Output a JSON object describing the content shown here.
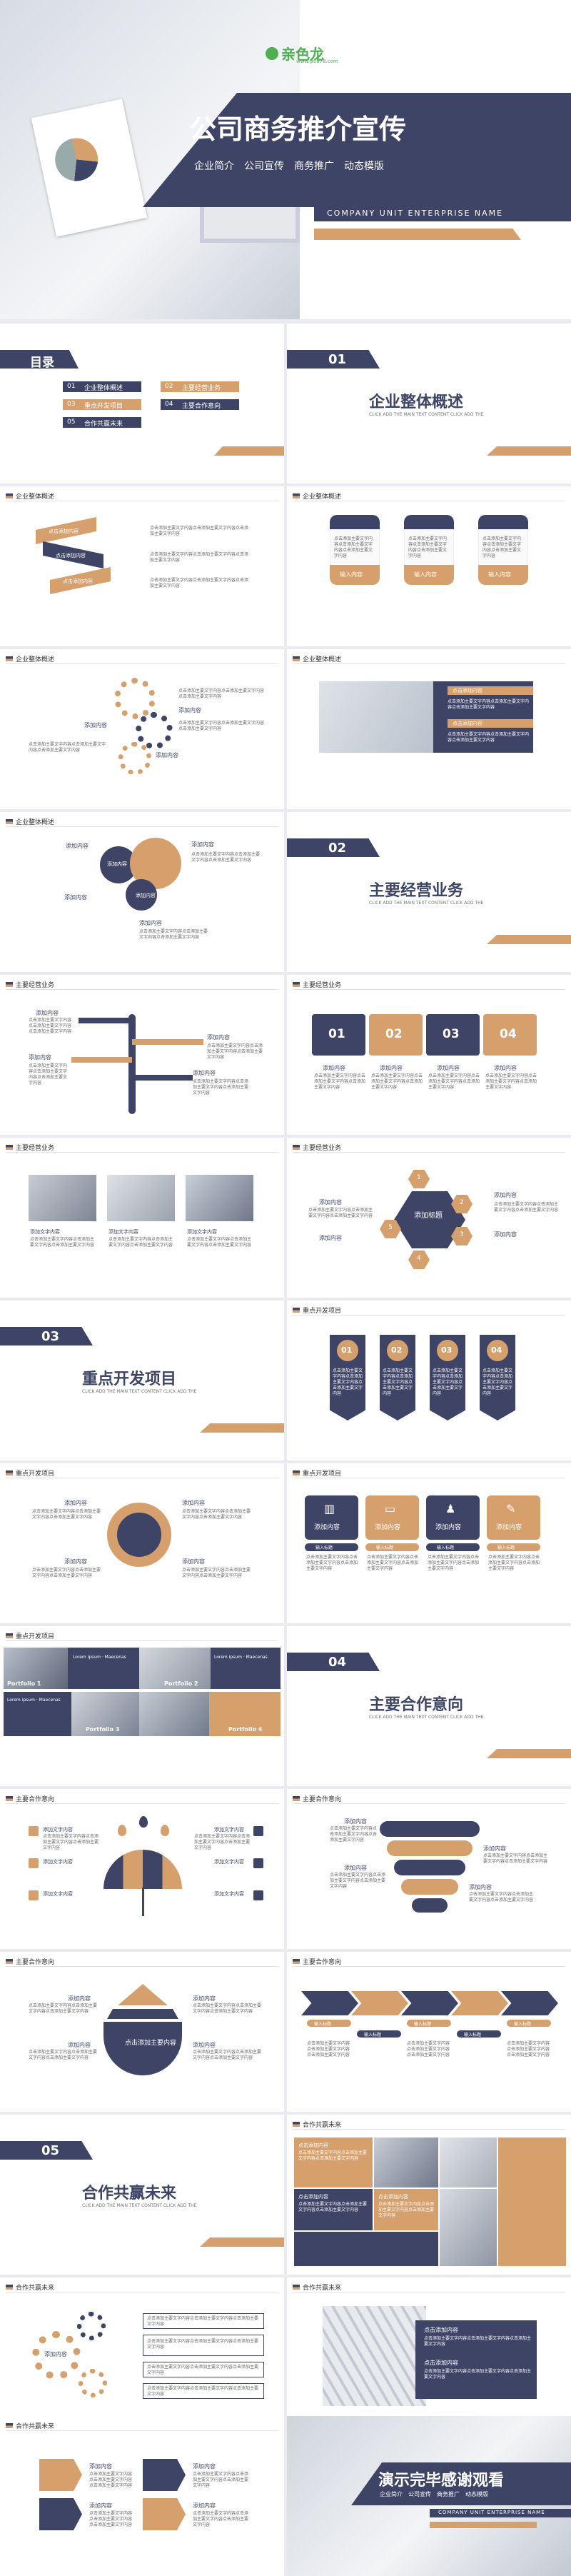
{
  "cover": {
    "logo_text": "亲色龙",
    "logo_url": "www.jsc678.com",
    "title": "公司商务推介宣传",
    "subtitle": "企业简介　公司宣传　商务推广　动态模版",
    "english": "COMPANY UNIT ENTERPRISE NAME"
  },
  "toc": {
    "title": "目录",
    "items": [
      {
        "num": "01",
        "label": "企业整体概述"
      },
      {
        "num": "02",
        "label": "主要经营业务"
      },
      {
        "num": "03",
        "label": "重点开发项目"
      },
      {
        "num": "04",
        "label": "主要合作意向"
      },
      {
        "num": "05",
        "label": "合作共赢未来"
      }
    ]
  },
  "sections": [
    {
      "num": "01",
      "title": "企业整体概述"
    },
    {
      "num": "02",
      "title": "主要经营业务"
    },
    {
      "num": "03",
      "title": "重点开发项目"
    },
    {
      "num": "04",
      "title": "主要合作意向"
    },
    {
      "num": "05",
      "title": "合作共赢未来"
    }
  ],
  "section_sub": "CLICK ADD THE MAIN TEXT CONTENT CLICK ADD THE",
  "headers": {
    "s1": "企业整体概述",
    "s2": "主要经营业务",
    "s3": "重点开发项目",
    "s4": "主要合作意向",
    "s5": "合作共赢未来"
  },
  "common": {
    "add": "添加内容",
    "add_title": "添加标题",
    "input": "输入内容",
    "input_title": "输入标题",
    "click_add": "点击添加内容",
    "add_text": "添加文字内容",
    "body": "点击添加主要文字内容点击添加主要文字内容点击添加主要文字内容",
    "center": "点击添加主要内容",
    "add_short": "添加内容",
    "portfolio_1": "Portfolio 1",
    "portfolio_2": "Portfolio 2",
    "portfolio_3": "Portfolio 3",
    "portfolio_4": "Portfolio 4",
    "nums": [
      "01",
      "02",
      "03",
      "04"
    ],
    "steps": [
      "1",
      "2",
      "3",
      "4",
      "5"
    ],
    "en_lines": "Lorem ipsum · Maecenas"
  },
  "end": {
    "title": "演示完毕感谢观看",
    "subtitle": "企业简介　公司宣传　商务推广　动态模版",
    "english": "COMPANY UNIT ENTERPRISE NAME"
  },
  "colors": {
    "navy": "#3d4466",
    "tan": "#d6a06c"
  }
}
